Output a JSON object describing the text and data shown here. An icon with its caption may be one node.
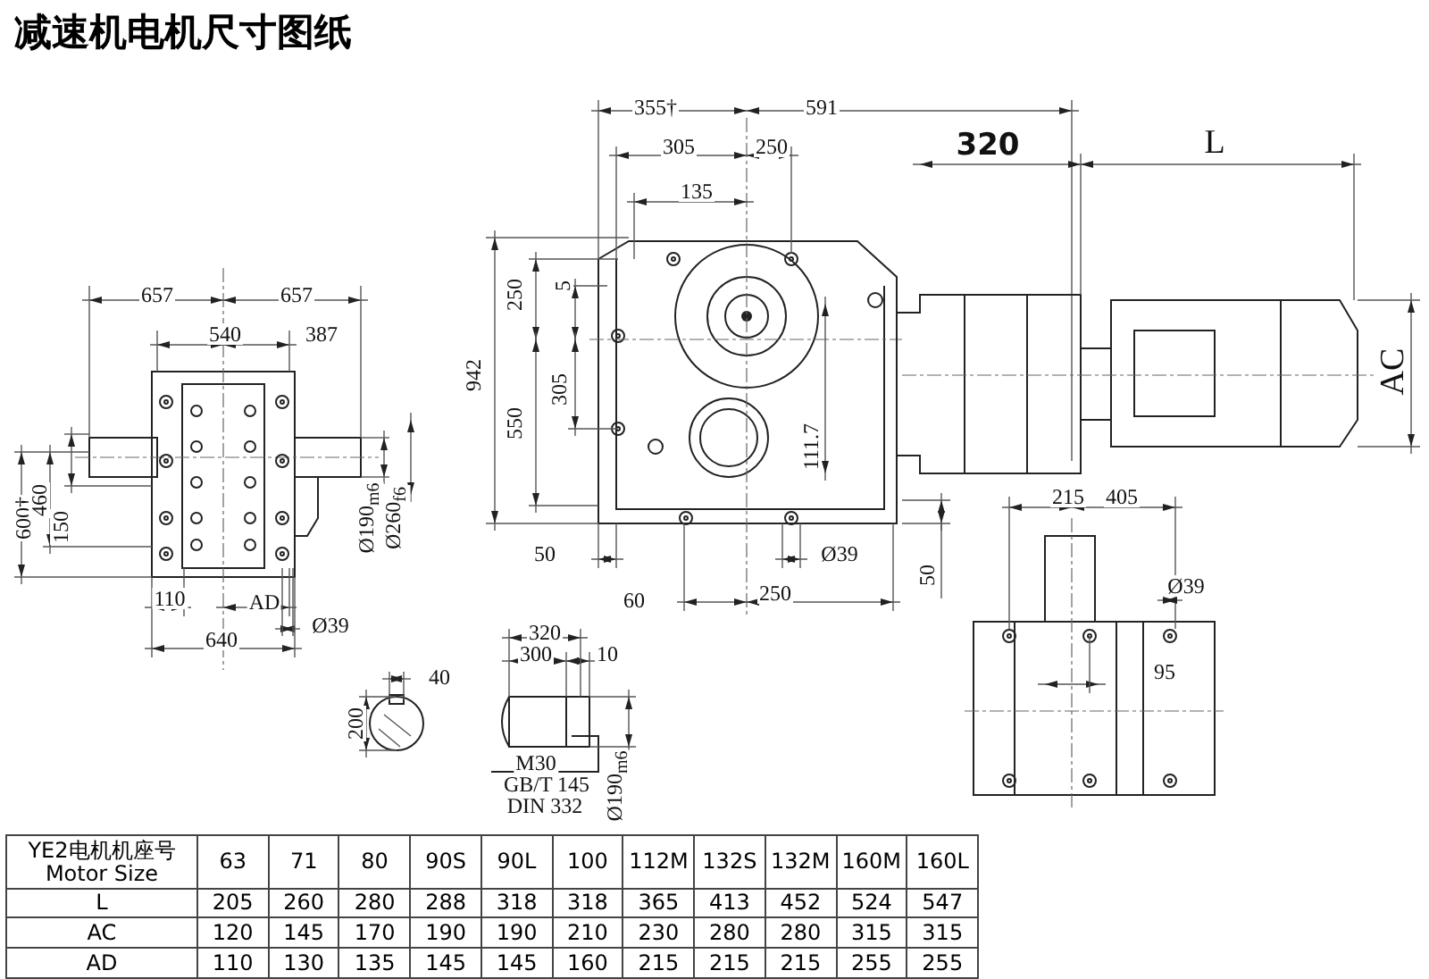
{
  "diagram": {
    "title": "减速机电机尺寸图纸",
    "labels": [
      "355†",
      "591",
      "320",
      "L",
      "305",
      "250",
      "135",
      "657",
      "657",
      "540",
      "387",
      "5",
      "250",
      "942",
      "AC",
      "305",
      "550",
      "111.7",
      "600†",
      "460",
      "150",
      "Ø190$_{m6}$",
      "Ø260$_{f6}$",
      "215",
      "405",
      "50",
      "Ø39",
      "50",
      "Ø39",
      "110",
      "AD",
      "60",
      "250",
      "Ø39",
      "640",
      "320",
      "300",
      "10",
      "40",
      "95",
      "200",
      "M30",
      "GB/T 145",
      "DIN 332",
      "Ø190$_{m6}$",
      "YE2电机机座号 Motor Size",
      "63",
      "71",
      "80",
      "90S",
      "90L",
      "100",
      "112M",
      "132S",
      "132M",
      "160M",
      "160L",
      "L",
      "205",
      "260",
      "280",
      "288",
      "318",
      "318",
      "365",
      "413",
      "452",
      "524",
      "547",
      "AC",
      "120",
      "145",
      "170",
      "190",
      "190",
      "210",
      "230",
      "280",
      "280",
      "315",
      "315",
      "AD",
      "110",
      "130",
      "135",
      "145",
      "145",
      "160",
      "215",
      "215",
      "215",
      "255",
      "255"
    ]
  }
}
